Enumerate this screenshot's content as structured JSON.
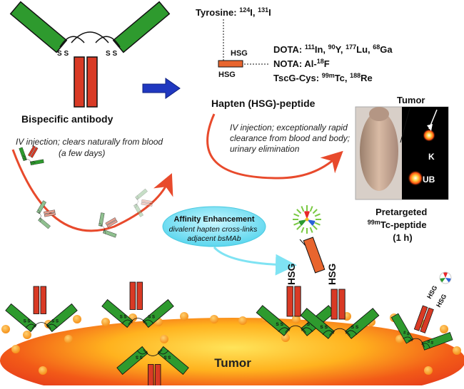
{
  "colors": {
    "heavy_chain": "#2e9a2e",
    "light_chain": "#d93a25",
    "arrow": "#2038c0",
    "tumor_outer": "#f04a18",
    "tumor_inner": "#ffd54a",
    "bubble": "#7fe3f3"
  },
  "bsmab_label": "Bispecific antibody",
  "chem": {
    "tyrosine_label": "Tyrosine:",
    "tyrosine_isotopes": [
      {
        "sup": "124",
        "el": "I"
      },
      {
        "sup": "131",
        "el": "I"
      }
    ],
    "dota_label": "DOTA:",
    "dota_isotopes": [
      {
        "sup": "111",
        "el": "In"
      },
      {
        "sup": "90",
        "el": "Y"
      },
      {
        "sup": "177",
        "el": "Lu"
      },
      {
        "sup": "68",
        "el": "Ga"
      }
    ],
    "nota_label": "NOTA:",
    "nota_value": {
      "pre": "Al-",
      "sup": "18",
      "el": "F"
    },
    "tscg_label": "TscG-Cys:",
    "tscg_isotopes": [
      {
        "sup": "99m",
        "el": "Tc"
      },
      {
        "sup": "188",
        "el": "Re"
      }
    ],
    "hsg_label": "HSG"
  },
  "hapten_title": "Hapten (HSG)-peptide",
  "iv_left": [
    "IV injection; clears naturally from blood",
    "(a few days)"
  ],
  "iv_right": [
    "IV injection; exceptionally rapid",
    "clearance from blood and body;",
    "urinary elimination"
  ],
  "mouse": {
    "tumor_label": "Tumor",
    "k_label": "K",
    "ub_label": "UB",
    "caption_line1": "Pretargeted",
    "caption_sup": "99m",
    "caption_line2": "Tc-peptide",
    "caption_line3": "(1 h)"
  },
  "affinity": {
    "title": "Affinity Enhancement",
    "lines": [
      "divalent hapten cross-links",
      "adjacent bsMAb"
    ]
  },
  "tumor_label": "Tumor",
  "ss_label": "S S"
}
